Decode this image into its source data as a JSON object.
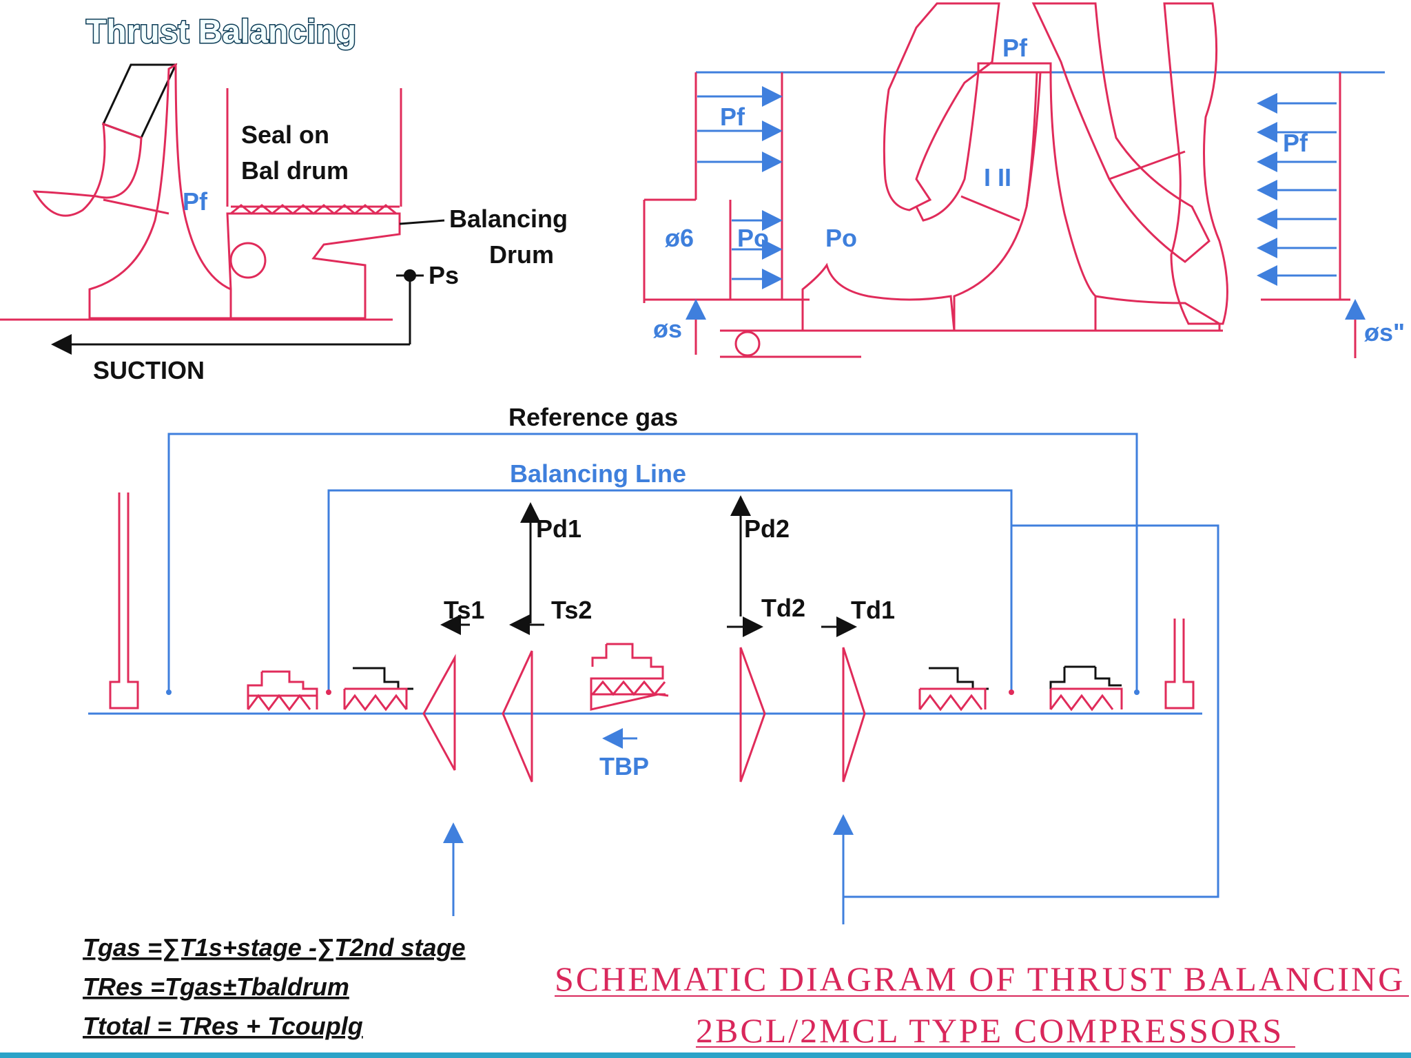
{
  "title": "Thrust Balancing",
  "top_left": {
    "seal_line1": "Seal on",
    "seal_line2": "Bal drum",
    "pf": "Pf",
    "balancing_line1": "Balancing",
    "balancing_line2": "Drum",
    "ps": "Ps",
    "suction": "SUCTION"
  },
  "top_right": {
    "pf_top": "Pf",
    "pf_left": "Pf",
    "pf_right": "Pf",
    "phi6": "ø6",
    "po1": "Po",
    "po2": "Po",
    "phis": "øs",
    "phis2": "øs\"",
    "stage_marks": "I II"
  },
  "schematic": {
    "reference_gas": "Reference gas",
    "balancing_line": "Balancing Line",
    "pd1": "Pd1",
    "pd2": "Pd2",
    "ts1": "Ts1",
    "ts2": "Ts2",
    "td2": "Td2",
    "td1": "Td1",
    "tbp": "TBP"
  },
  "equations": [
    "Tgas =∑T1s+stage -∑T2nd stage",
    "TRes =Tgas±Tbaldrum",
    "Ttotal = TRes + Tcouplg"
  ],
  "caption": {
    "line1": "SCHEMATIC DIAGRAM OF THRUST BALANCING",
    "line2": "2BCL/2MCL TYPE COMPRESSORS"
  },
  "colors": {
    "blue": "#3f7fdd",
    "red": "#e02b5a",
    "black": "#111111"
  }
}
